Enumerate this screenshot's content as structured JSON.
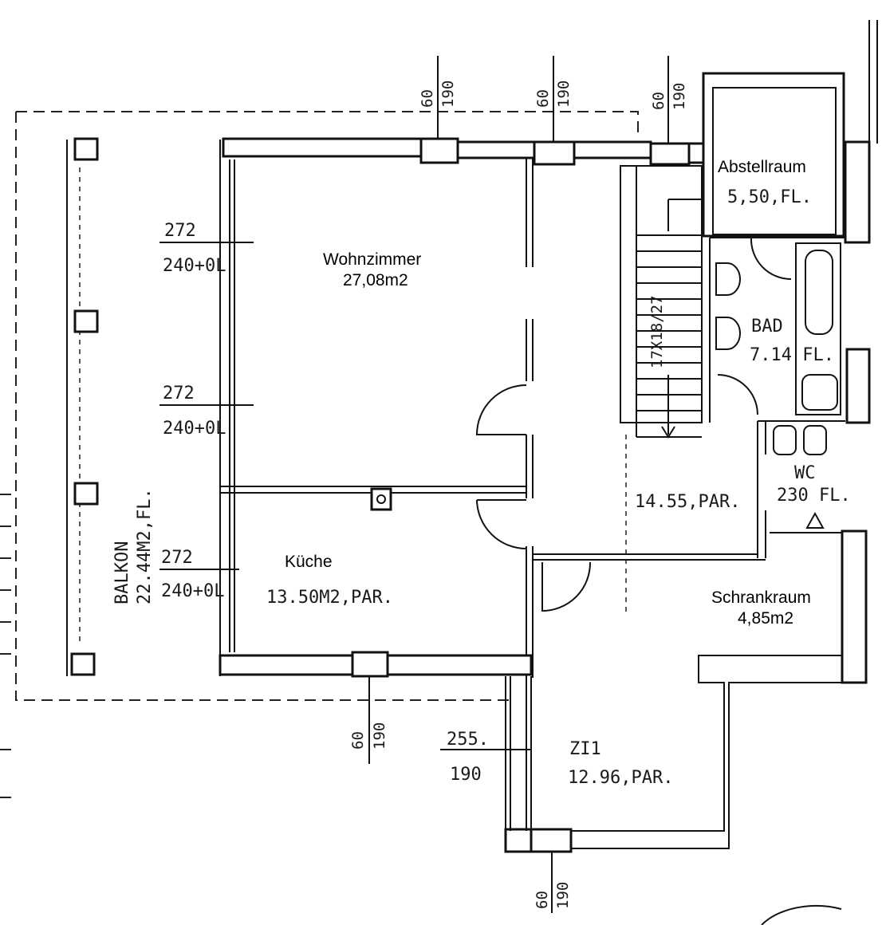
{
  "rooms": {
    "abstellraum": {
      "name": "Abstellraum",
      "area": "5,50,FL."
    },
    "wohnzimmer": {
      "name": "Wohnzimmer",
      "area": "27,08m2"
    },
    "bad": {
      "name": "BAD",
      "area": "7.14 FL."
    },
    "flur": {
      "area": "14.55,PAR."
    },
    "wc": {
      "name": "WC",
      "area": "230 FL."
    },
    "kueche": {
      "name": "Küche",
      "area": "13.50M2,PAR."
    },
    "schrankraum": {
      "name": "Schrankraum",
      "area": "4,85m2"
    },
    "zi1": {
      "name": "ZI1",
      "area": "12.96,PAR."
    },
    "balkon": {
      "name": "BALKON",
      "area": "22.44M2,FL."
    }
  },
  "stairs": {
    "label": "17X18/27"
  },
  "windows": {
    "w1": {
      "top": "60",
      "bottom": "190"
    },
    "w2": {
      "top": "60",
      "bottom": "190"
    },
    "w3": {
      "top": "60",
      "bottom": "190"
    },
    "w4": {
      "top": "60",
      "bottom": "190"
    },
    "w5": {
      "top": "60",
      "bottom": "190"
    }
  },
  "openings": {
    "o1": {
      "top": "272",
      "bottom": "240+0L"
    },
    "o2": {
      "top": "272",
      "bottom": "240+0L"
    },
    "o3": {
      "top": "272",
      "bottom": "240+0L"
    },
    "o4": {
      "top": "255.",
      "bottom": "190"
    }
  }
}
